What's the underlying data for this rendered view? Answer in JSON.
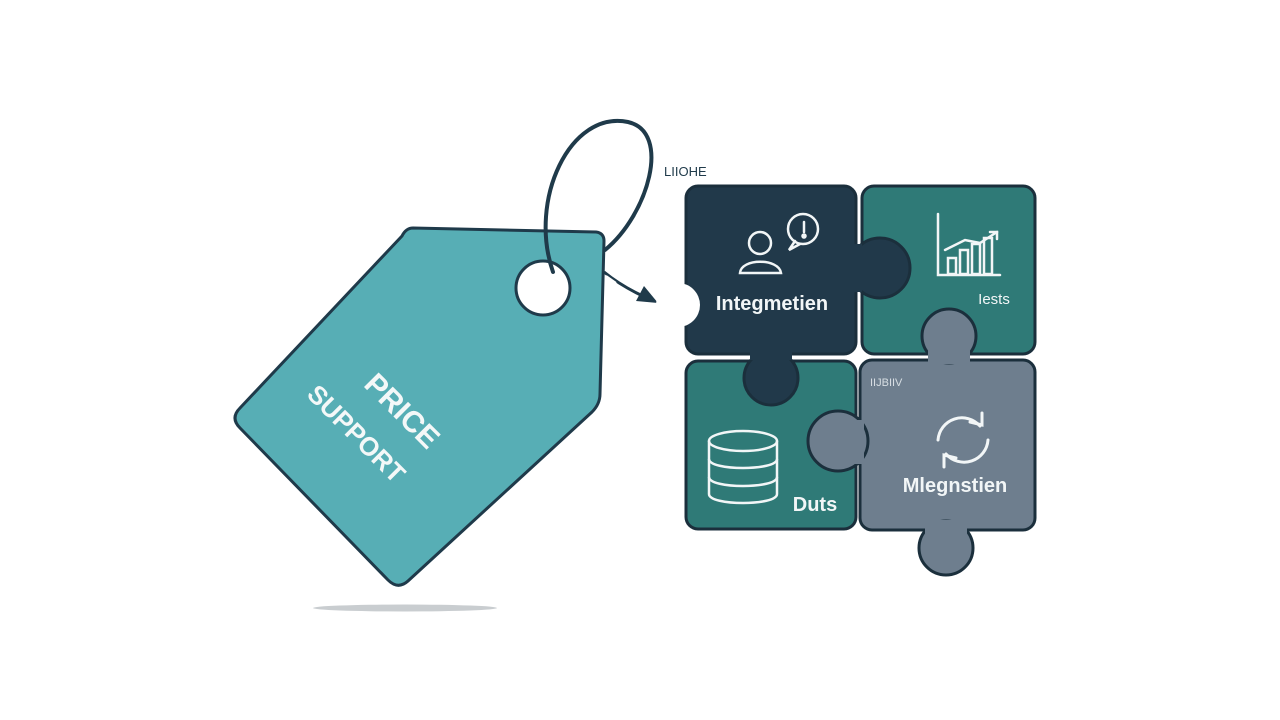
{
  "tag": {
    "line1": "PRICE",
    "line2": "SUPPORT",
    "color": "#57aeb5",
    "outline": "#1f3a4a",
    "text_color": "#f4f8f8"
  },
  "connector": {
    "caption": "LIIOHE",
    "color": "#1f3a4a"
  },
  "puzzle": {
    "pieces": [
      {
        "key": "integration",
        "label": "Integmetien",
        "icon": "users-chat-icon",
        "color": "#21394a"
      },
      {
        "key": "tests",
        "label": "Iests",
        "icon": "bar-chart-icon",
        "color": "#2f7a77"
      },
      {
        "key": "data",
        "label": "Duts",
        "icon": "database-icon",
        "color": "#2f7a77"
      },
      {
        "key": "migration",
        "label": "Mlegnstien",
        "icon": "refresh-icon",
        "color": "#6e7e8e",
        "caption": "IIJBIIV"
      }
    ],
    "outline": "#1b2f3c",
    "text_color": "#f2f6f7"
  }
}
